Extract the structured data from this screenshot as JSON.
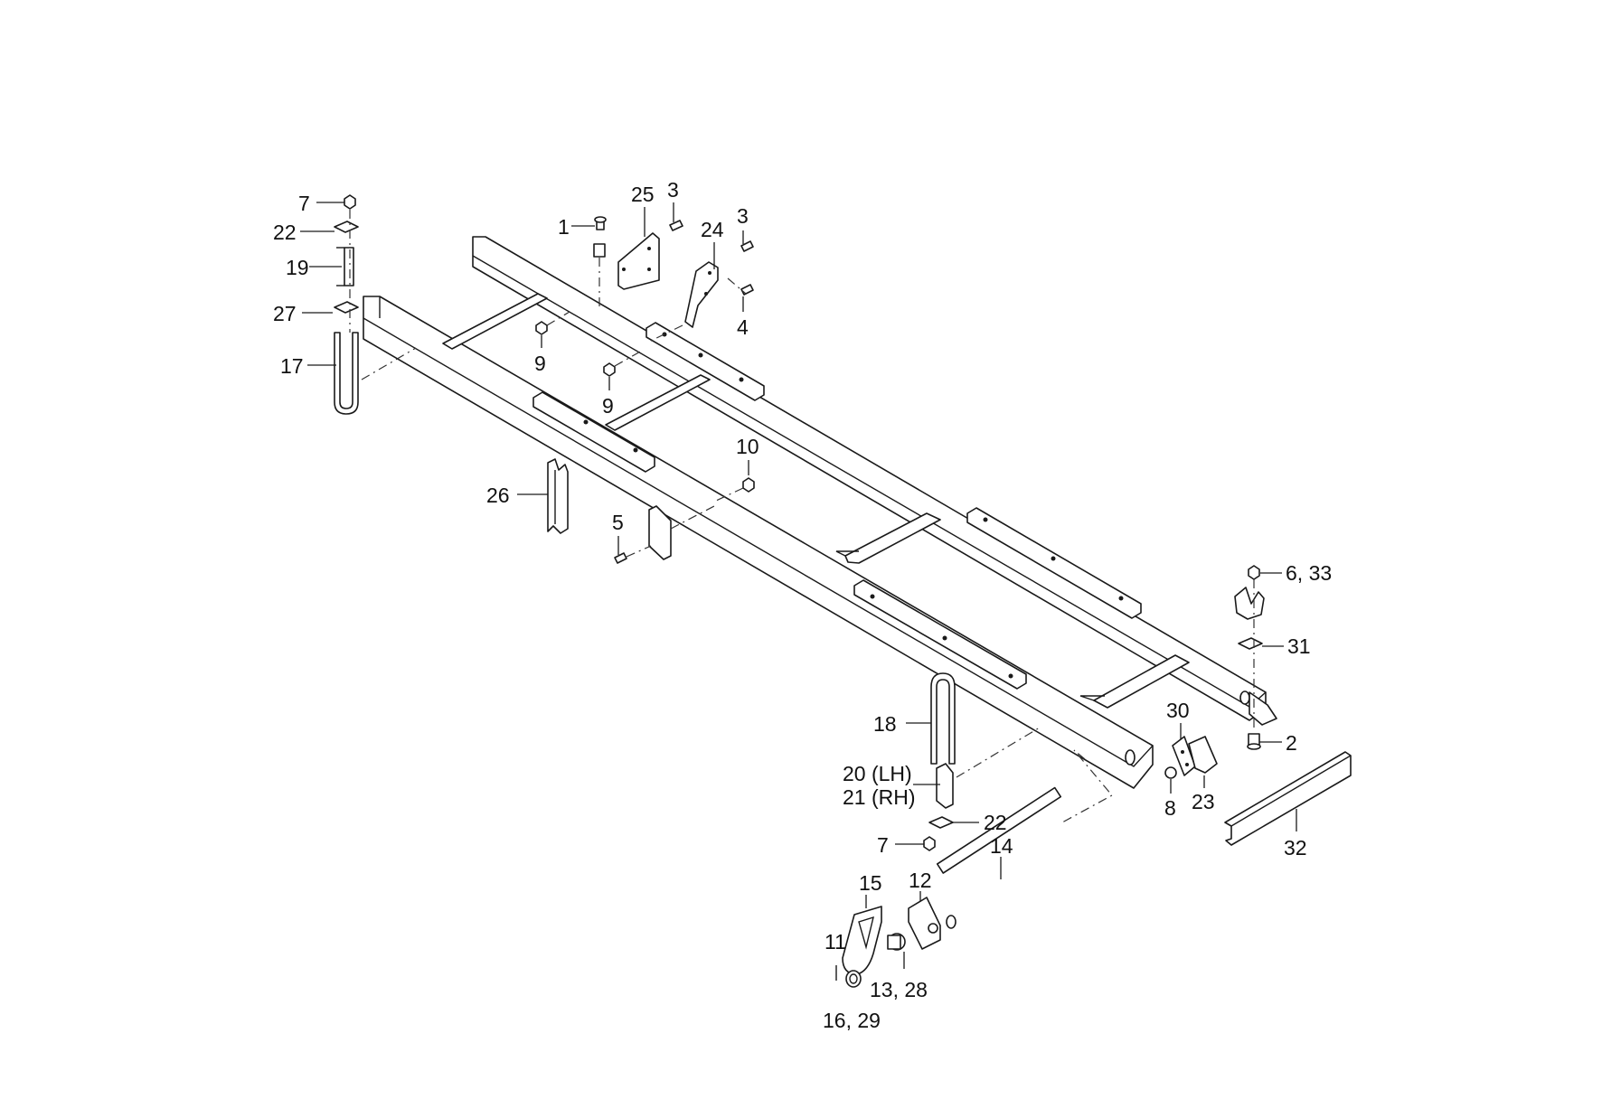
{
  "callouts": [
    {
      "id": "c7a",
      "text": "7"
    },
    {
      "id": "c22a",
      "text": "22"
    },
    {
      "id": "c19",
      "text": "19"
    },
    {
      "id": "c27",
      "text": "27"
    },
    {
      "id": "c17",
      "text": "17"
    },
    {
      "id": "c1",
      "text": "1"
    },
    {
      "id": "c25",
      "text": "25"
    },
    {
      "id": "c3a",
      "text": "3"
    },
    {
      "id": "c24",
      "text": "24"
    },
    {
      "id": "c3b",
      "text": "3"
    },
    {
      "id": "c4",
      "text": "4"
    },
    {
      "id": "c9a",
      "text": "9"
    },
    {
      "id": "c9b",
      "text": "9"
    },
    {
      "id": "c10",
      "text": "10"
    },
    {
      "id": "c26",
      "text": "26"
    },
    {
      "id": "c5",
      "text": "5"
    },
    {
      "id": "c6_33",
      "text": "6, 33"
    },
    {
      "id": "c31",
      "text": "31"
    },
    {
      "id": "c2",
      "text": "2"
    },
    {
      "id": "c30",
      "text": "30"
    },
    {
      "id": "c23",
      "text": "23"
    },
    {
      "id": "c8",
      "text": "8"
    },
    {
      "id": "c32",
      "text": "32"
    },
    {
      "id": "c18",
      "text": "18"
    },
    {
      "id": "c20",
      "text": "20 (LH)"
    },
    {
      "id": "c21",
      "text": "21 (RH)"
    },
    {
      "id": "c22b",
      "text": "22"
    },
    {
      "id": "c7b",
      "text": "7"
    },
    {
      "id": "c14",
      "text": "14"
    },
    {
      "id": "c15",
      "text": "15"
    },
    {
      "id": "c12",
      "text": "12"
    },
    {
      "id": "c11",
      "text": "11"
    },
    {
      "id": "c13_28",
      "text": "13, 28"
    },
    {
      "id": "c16_29",
      "text": "16, 29"
    }
  ]
}
